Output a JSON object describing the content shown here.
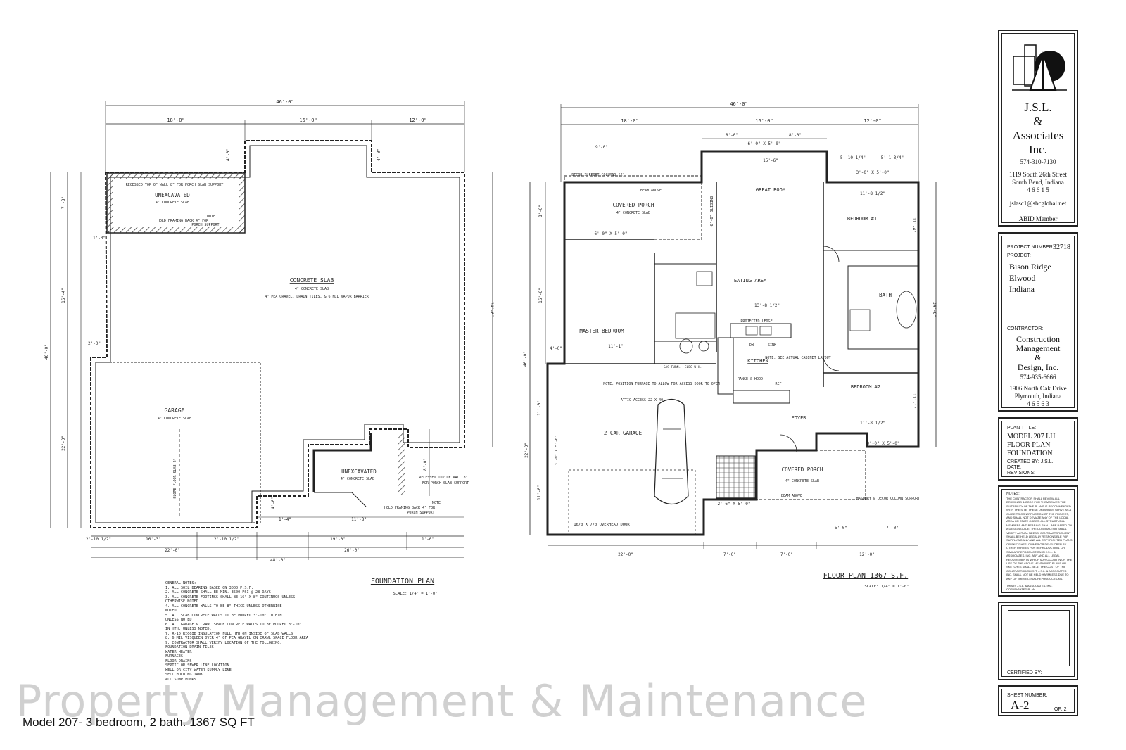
{
  "foundation": {
    "title": "FOUNDATION PLAN",
    "scale": "SCALE: 1/4\" = 1'-0\"",
    "dims_top": [
      "46'-0\"",
      "18'-0\"",
      "16'-0\"",
      "12'-0\"",
      "4'-0\"",
      "4'-0\""
    ],
    "dims_left": [
      "7'-8\"",
      "16'-4\"",
      "46'-0\"",
      "22'-0\"",
      "2'-0\"",
      "1'-0\""
    ],
    "dims_right": [
      "34'-0\"",
      "8'-0\""
    ],
    "dims_bottom": [
      "2'-10 1/2\"",
      "16'-3\"",
      "2'-10 1/2\"",
      "19'-0\"",
      "1'-0\"",
      "22'-0\"",
      "26'-0\"",
      "48'-0\"",
      "1'-4\"",
      "11'-8\"",
      "4'-0\""
    ],
    "unexcavated_top": {
      "label": "UNEXCAVATED",
      "sub": "4\" CONCRETE SLAB",
      "note_a": "RECESSED TOP OF WALL 8\" FOR PORCH SLAB SUPPORT",
      "note_b": "NOTE",
      "note_c": "HOLD FRAMING BACK 4\" FOR",
      "note_d": "PORCH SUPPORT"
    },
    "slab": {
      "label": "CONCRETE SLAB",
      "sub1": "4\" CONCRETE SLAB",
      "sub2": "4\" PEA GRAVEL, DRAIN TILES, & 6 MIL VAPOR BARRIER"
    },
    "garage": {
      "label": "GARAGE",
      "sub": "4\" CONCRETE SLAB",
      "slope": "SLOPE FLOOR SLAB 2\""
    },
    "unexcavated_bottom": {
      "label": "UNEXCAVATED",
      "sub": "4\" CONCRETE SLAB",
      "note_a": "RECESSED TOP OF WALL 8\"",
      "note_b": "FOR PORCH SLAB SUPPORT",
      "note_c": "NOTE",
      "note_d": "HOLD FRAMING BACK 4\" FOR",
      "note_e": "PORCH SUPPORT"
    }
  },
  "general_notes": {
    "title": "GENERAL NOTES:",
    "lines": [
      "1. ALL SOIL BEARING BASED ON 3000 P.S.F.",
      "2. ALL CONCRETE SHALL BE MIN. 3500 PSI @ 28 DAYS",
      "3. ALL CONCRETE FOOTINGS SHALL BE 16\" X 8\" CONTINUOS UNLESS",
      "   OTHERWISE NOTED.",
      "4. ALL CONCRETE WALLS TO BE 8\" THICK UNLESS OTHERWISE",
      "   NOTED.",
      "5. ALL SLAB CONCRETE WALLS TO BE POURED 3'-10\" IN HTH.",
      "   UNLESS NOTED",
      "6. ALL GARAGE & CRAWL SPACE CONCRETE WALLS TO BE POURED 3'-10\"",
      "   IN HTH. UNLESS NOTED.",
      "7. R-10 RIGGID INSULATION FULL HTH ON INSIDE OF SLAB WALLS",
      "8. 6 MIL VISQUEEN OVER 4\" OF PEA GRAVEL ON CRAWL SPACE FLOOR AREA",
      "9. CONTRACTOR SHALL VERIFY LOCATION OF THE FOLLOWING:",
      "   FOUNDATION DRAIN TILES",
      "   WATER HEATER",
      "   FURNACES",
      "   FLOOR DRAINS",
      "   SEPTIC OR SEWER LINE LOCATION",
      "   WELL OR CITY WATER SUPPLY LINE",
      "   SELL HOLDING TANK",
      "   ALL SUMP PUMPS"
    ]
  },
  "floor": {
    "title": "FLOOR PLAN 1367 S.F.",
    "scale": "SCALE: 1/4\" = 1'-0\"",
    "dims_top": [
      "46'-0\"",
      "18'-0\"",
      "16'-0\"",
      "12'-0\"",
      "8'-0\"",
      "8'-0\"",
      "6'-0\" X 5'-0\"",
      "5'-10 1/4\"",
      "5'-1 3/4\"",
      "3'-0\" X 5'-0\"",
      "9'-0\""
    ],
    "dims_left": [
      "8'-0\"",
      "16'-0\"",
      "46'-0\"",
      "22'-0\"",
      "11'-0\"",
      "11'-0\"",
      "4'-0\""
    ],
    "dims_right": [
      "34'-0\"",
      "11'-4\"",
      "11'-1\""
    ],
    "dims_bottom": [
      "22'-0\"",
      "7'-0\"",
      "7'-0\"",
      "12'-0\"",
      "5'-0\"",
      "7'-0\""
    ],
    "rooms": {
      "great_room": "GREAT ROOM",
      "great_room_dim": "15'-6\"",
      "covered_porch_top": "COVERED PORCH",
      "covered_porch_top_sub": "4\" CONCRETE SLAB",
      "decor": "DECOR SUPPORT COLUMNS (2)",
      "beam_above": "BEAM ABOVE",
      "bedroom1": "BEDROOM #1",
      "bedroom1_dim": "11'-8 1/2\"",
      "eating": "EATING AREA",
      "eating_dim": "13'-8 1/2\"",
      "master": "MASTER BEDROOM",
      "master_dim": "11'-1\"",
      "bath": "BATH",
      "kitchen": "KITCHEN",
      "projected": "PROJECTED LEDGE",
      "sink": "SINK",
      "dw": "DW",
      "kitchen_note": "NOTE: SEE ACTUAL CABINET LAYOUT",
      "range": "RANGE & HOOD",
      "ref": "REF",
      "bedroom2": "BEDROOM #2",
      "bedroom2_dim": "11'-8 1/2\"",
      "furnace_note": "NOTE: POSITION FURNACE TO ALLOW FOR ACCESS DOOR TO OPEN",
      "gas_furn": "GAS FURN.",
      "elec_wh": "ELEC W.H.",
      "attic": "ATTIC ACCESS 22 X 40",
      "garage": "2 CAR GARAGE",
      "foyer": "FOYER",
      "covered_porch_bottom": "COVERED PORCH",
      "covered_porch_bottom_sub": "4\" CONCRETE SLAB",
      "beam_above_bottom": "BEAM ABOVE",
      "masonry": "MASONRY & DECOR COLUMN SUPPORT",
      "overhead_door": "16/0 X 7/0 OVERHEAD DOOR",
      "window_garage": "3'-0\" X 5'-0\"",
      "window_porch": "2'-6\" X 5'-0\"",
      "window_br2": "3'-0\" X 5'-0\"",
      "sliding": "6'-0\" SLIDING",
      "window_porch_top": "6'-0\" X 5'-0\""
    }
  },
  "title_block": {
    "firm": {
      "line1": "J.S.L.",
      "line2": "&",
      "line3": "Associates",
      "line4": "Inc.",
      "phone": "574-310-7130",
      "addr1": "1119 South 26th Street",
      "addr2": "South Bend, Indiana",
      "zip": "4 6 6 1 5",
      "email": "jslasc1@sbcglobal.net",
      "member": "ABID Member"
    },
    "project": {
      "number_label": "PROJECT NUMBER:",
      "number": "32718",
      "project_label": "PROJECT:",
      "line1": "Bison Ridge",
      "line2": "Elwood",
      "line3": "Indiana",
      "contractor_label": "CONTRACTOR:",
      "c1": "Construction",
      "c2": "Management",
      "c3": "&",
      "c4": "Design, Inc.",
      "c_phone": "574-935-6666",
      "c_addr": "1906 North Oak Drive",
      "c_city": "Plymouth, Indiana",
      "c_zip": "4 6 5 6 3"
    },
    "plan": {
      "label": "PLAN TITLE:",
      "line1": "MODEL 207 LH",
      "line2": "FLOOR PLAN",
      "line3": "FOUNDATION",
      "created": "CREATED BY: J.S.L.",
      "date": "DATE:",
      "revisions": "REVISIONS:"
    },
    "notes": {
      "title": "NOTES:",
      "body": "THE CONTRACTOR SHALL REVIEW ALL DRAWINGS & CODE FOR THEMSELVES THE SUITABILITY OF THE PLANS IS RECOMMENDED WITH THE SITE. THESE DRAWINGS SERVE AS A GUIDE TO CONSTRUCTION OF THE PROJECT, AND SHALL NOT DEVIATE ANY OF THE LOCAL AREA OR STATE CODES. ALL STRUCTURAL MEMBERS AND BEARING SHALL ARE BASED ON A DESIGN GUIDE. THE CONTRACTOR SHALL VERIFY ACTUAL NEEDS. CONTRACTOR/CLIENT SHALL BE HELD LEGALLY RESPONSIBLE FOR SUPPLYING ANY AND ALL COPYRIGHTED PLANS OR SKETCHES. OWNER OR DEVELOPER BY OTHER PARTIES FOR REPRODUCTION, OR SIMILAR REPRODUCTION IN J.S.L. & ASSOCIATES, INC. ANY AND ALL LEGAL REQUIREMENTS WHICH MAY OCCUR IN OR THE USE OF THE ABOVE MENTIONED PLANS OR SKETCHES SHALL BE AT THE COST OF THE CONTRACTOR/CLIENT. J.S.L. & ASSOCIATES INC. SHALL NOT BE HELD HARMLESS DUE TO ANY OF THESE LEGAL REPRODUCTIONS.",
      "copyright": "THIS IS J.S.L. & ASSOCIATES, INC. COPYRIGHTED PLAN"
    },
    "certified": "CERTIFIED BY:",
    "sheet": {
      "label": "SHEET NUMBER:",
      "number": "A-2",
      "of": "OF: 2"
    }
  },
  "watermark": "Property Management & Maintenance",
  "caption": "Model 207- 3 bedroom, 2 bath. 1367 SQ FT"
}
